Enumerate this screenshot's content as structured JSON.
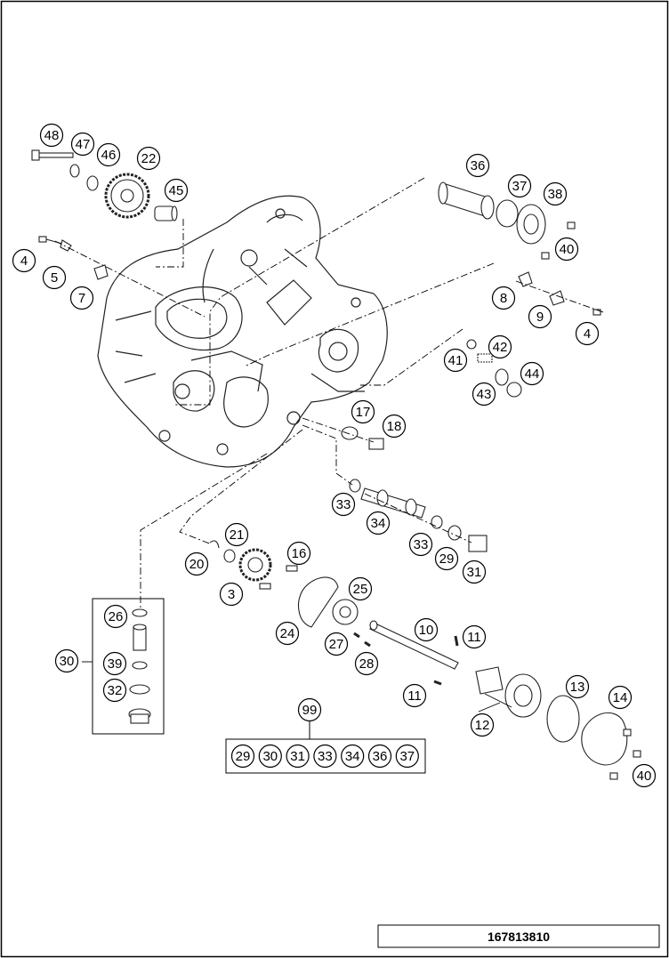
{
  "reference_number": "167813810",
  "callouts": [
    {
      "id": "part-48",
      "label": "48"
    },
    {
      "id": "part-47",
      "label": "47"
    },
    {
      "id": "part-46",
      "label": "46"
    },
    {
      "id": "part-22",
      "label": "22"
    },
    {
      "id": "part-45",
      "label": "45"
    },
    {
      "id": "part-4a",
      "label": "4"
    },
    {
      "id": "part-5",
      "label": "5"
    },
    {
      "id": "part-7",
      "label": "7"
    },
    {
      "id": "part-36",
      "label": "36"
    },
    {
      "id": "part-37",
      "label": "37"
    },
    {
      "id": "part-38",
      "label": "38"
    },
    {
      "id": "part-40a",
      "label": "40"
    },
    {
      "id": "part-8",
      "label": "8"
    },
    {
      "id": "part-9",
      "label": "9"
    },
    {
      "id": "part-4b",
      "label": "4"
    },
    {
      "id": "part-42",
      "label": "42"
    },
    {
      "id": "part-41",
      "label": "41"
    },
    {
      "id": "part-44",
      "label": "44"
    },
    {
      "id": "part-43",
      "label": "43"
    },
    {
      "id": "part-17",
      "label": "17"
    },
    {
      "id": "part-18",
      "label": "18"
    },
    {
      "id": "part-33a",
      "label": "33"
    },
    {
      "id": "part-34",
      "label": "34"
    },
    {
      "id": "part-33b",
      "label": "33"
    },
    {
      "id": "part-29",
      "label": "29"
    },
    {
      "id": "part-31",
      "label": "31"
    },
    {
      "id": "part-21",
      "label": "21"
    },
    {
      "id": "part-20",
      "label": "20"
    },
    {
      "id": "part-16",
      "label": "16"
    },
    {
      "id": "part-3",
      "label": "3"
    },
    {
      "id": "part-25",
      "label": "25"
    },
    {
      "id": "part-24",
      "label": "24"
    },
    {
      "id": "part-27",
      "label": "27"
    },
    {
      "id": "part-28",
      "label": "28"
    },
    {
      "id": "part-10",
      "label": "10"
    },
    {
      "id": "part-11a",
      "label": "11"
    },
    {
      "id": "part-11b",
      "label": "11"
    },
    {
      "id": "part-26",
      "label": "26"
    },
    {
      "id": "part-30",
      "label": "30"
    },
    {
      "id": "part-39",
      "label": "39"
    },
    {
      "id": "part-32",
      "label": "32"
    },
    {
      "id": "part-13",
      "label": "13"
    },
    {
      "id": "part-14",
      "label": "14"
    },
    {
      "id": "part-12",
      "label": "12"
    },
    {
      "id": "part-40b",
      "label": "40"
    },
    {
      "id": "part-99",
      "label": "99"
    }
  ],
  "kit_99_parts": [
    "29",
    "30",
    "31",
    "33",
    "34",
    "36",
    "37"
  ]
}
